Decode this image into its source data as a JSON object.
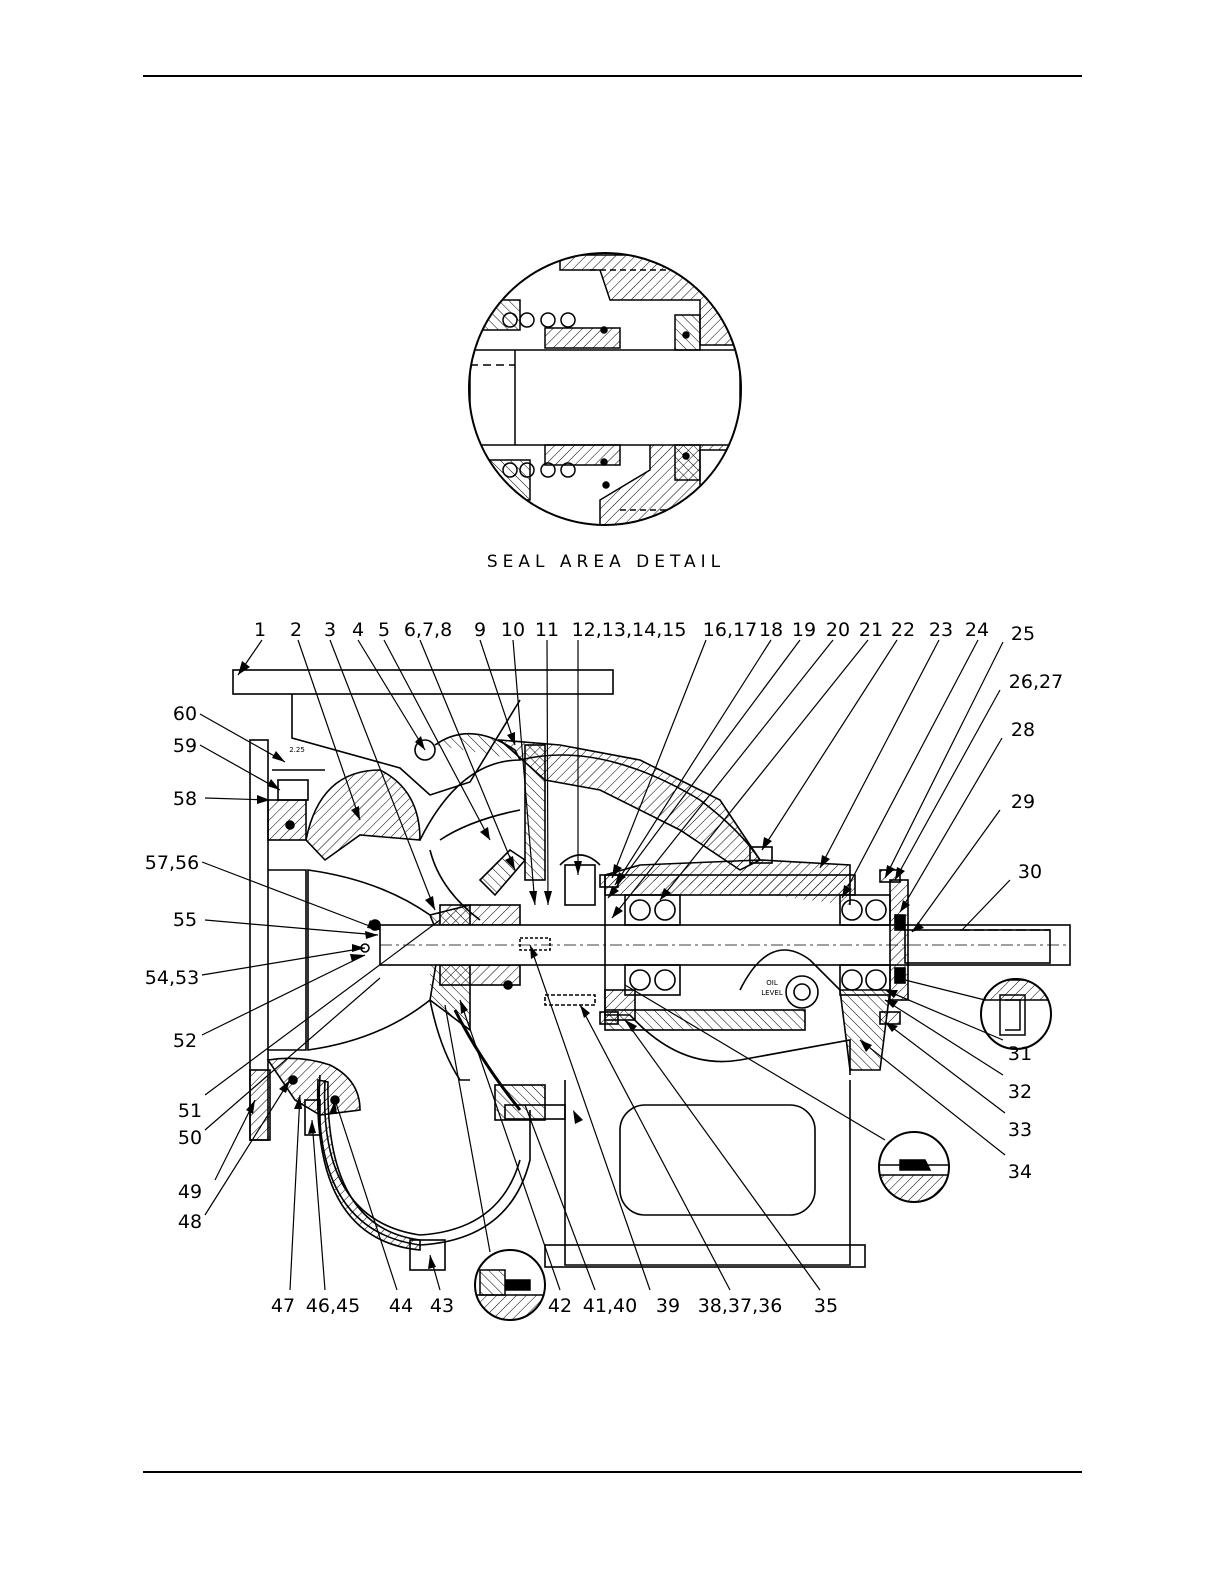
{
  "seal_detail": {
    "caption": "SEAL AREA DETAIL"
  },
  "drawing": {
    "dimension_label": "2.25",
    "oil_level_label_line1": "OIL",
    "oil_level_label_line2": "LEVEL",
    "callouts_top": [
      "1",
      "2",
      "3",
      "4",
      "5",
      "6,7,8",
      "9",
      "10",
      "11",
      "12,13,14,15",
      "16,17",
      "18",
      "19",
      "20",
      "21",
      "22",
      "23",
      "24"
    ],
    "callouts_right": [
      "25",
      "26,27",
      "28",
      "29",
      "30",
      "31",
      "32",
      "33",
      "34"
    ],
    "callouts_left": [
      "60",
      "59",
      "58",
      "57,56",
      "55",
      "54,53",
      "52",
      "51",
      "50",
      "49",
      "48"
    ],
    "callouts_bottom": [
      "47",
      "46,45",
      "44",
      "43",
      "42",
      "41,40",
      "39",
      "38,37,36",
      "35"
    ]
  }
}
